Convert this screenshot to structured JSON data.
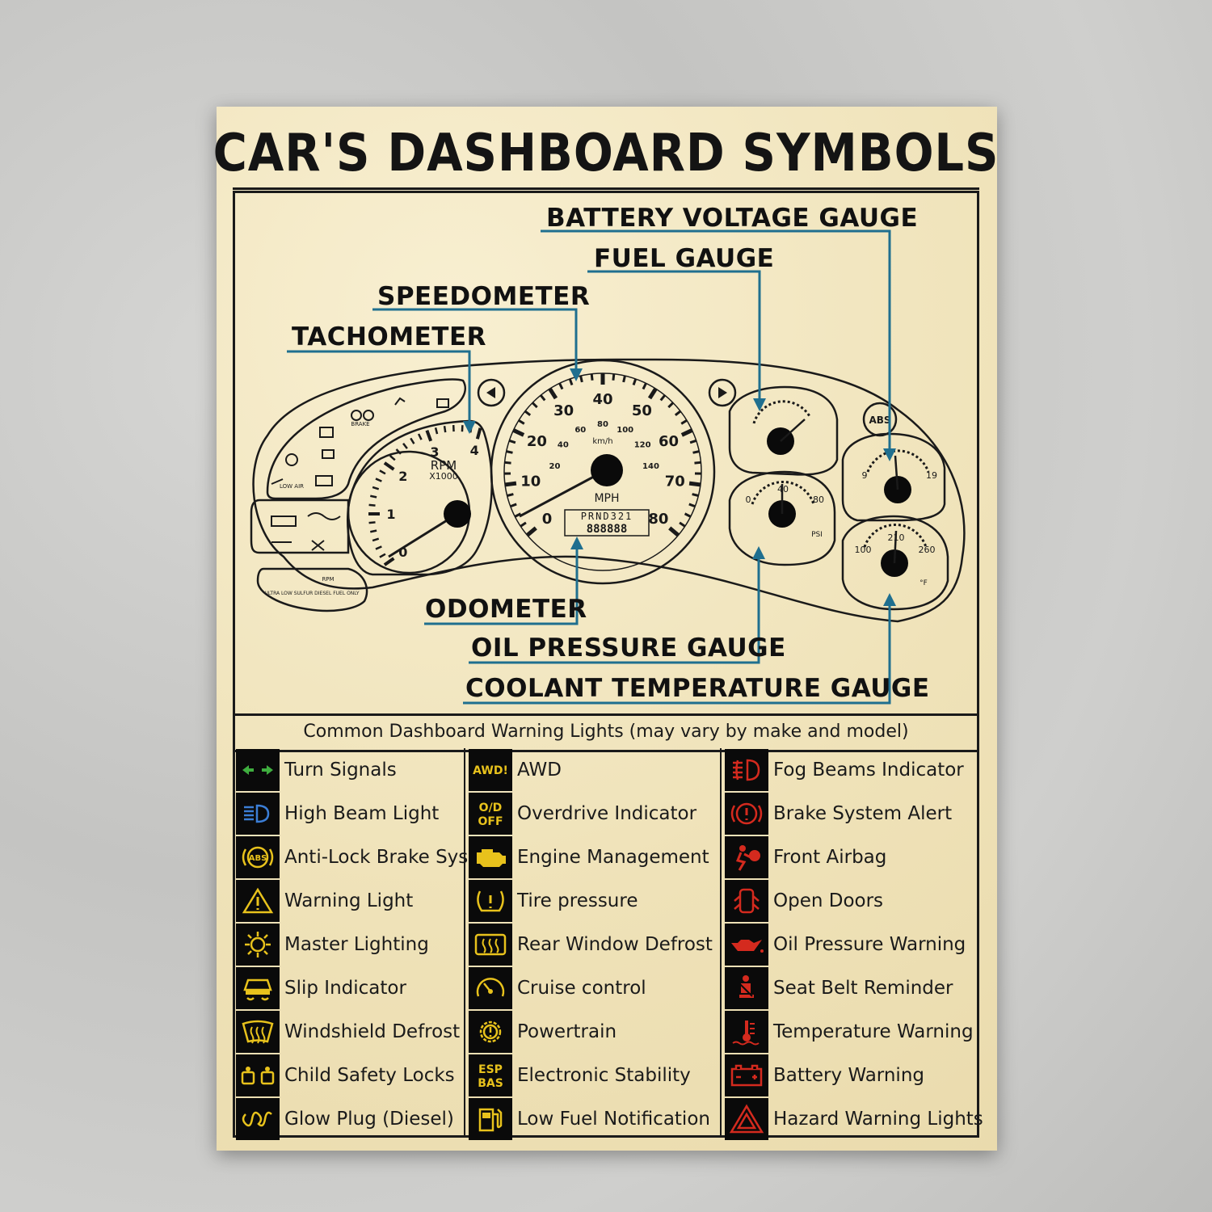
{
  "title": "CAR'S DASHBOARD SYMBOLS",
  "callouts": {
    "battery": "BATTERY VOLTAGE GAUGE",
    "fuel": "FUEL GAUGE",
    "speedometer": "SPEEDOMETER",
    "tachometer": "TACHOMETER",
    "odometer": "ODOMETER",
    "oil": "OIL PRESSURE GAUGE",
    "coolant": "COOLANT TEMPERATURE GAUGE"
  },
  "gauges": {
    "speedo_mph": [
      "0",
      "10",
      "20",
      "30",
      "40",
      "50",
      "60",
      "70",
      "80"
    ],
    "speedo_kmh": [
      "20",
      "40",
      "60",
      "80",
      "100",
      "120",
      "140"
    ],
    "speedo_unit_kmh": "km/h",
    "speedo_unit": "MPH",
    "gear": "PRND321",
    "odo": "888888",
    "tach": [
      "0",
      "1",
      "2",
      "3",
      "4"
    ],
    "tach_unit": "RPM",
    "tach_mult": "X1000",
    "volt": [
      "9",
      "19"
    ],
    "oil": [
      "0",
      "40",
      "80"
    ],
    "oil_unit": "PSI",
    "temp": [
      "100",
      "210",
      "260"
    ],
    "temp_unit": "°F",
    "panel_low_air": "LOW AIR",
    "panel_brake": "BRAKE",
    "panel_rpm": "RPM",
    "panel_diesel": "ULTRA LOW SULFUR DIESEL FUEL ONLY"
  },
  "warning_heading": "Common Dashboard Warning Lights (may vary by make and model)",
  "warnings": {
    "col1": [
      {
        "label": "Turn Signals",
        "icon": "turn-signals-icon",
        "color": "#3fae3f"
      },
      {
        "label": "High Beam Light",
        "icon": "high-beam-icon",
        "color": "#3b7ed6"
      },
      {
        "label": "Anti-Lock Brake Sys",
        "icon": "abs-icon",
        "color": "#e8c21c"
      },
      {
        "label": "Warning Light",
        "icon": "warning-triangle-icon",
        "color": "#e8c21c"
      },
      {
        "label": "Master Lighting",
        "icon": "master-lighting-icon",
        "color": "#e8c21c"
      },
      {
        "label": "Slip Indicator",
        "icon": "slip-indicator-icon",
        "color": "#e8c21c"
      },
      {
        "label": "Windshield Defrost",
        "icon": "windshield-defrost-icon",
        "color": "#e8c21c"
      },
      {
        "label": "Child Safety Locks",
        "icon": "child-lock-icon",
        "color": "#e8c21c"
      },
      {
        "label": "Glow Plug (Diesel)",
        "icon": "glow-plug-icon",
        "color": "#e8c21c"
      }
    ],
    "col2": [
      {
        "label": "AWD",
        "icon": "awd-icon",
        "color": "#e8c21c",
        "text": "AWD!"
      },
      {
        "label": "Overdrive Indicator",
        "icon": "overdrive-icon",
        "color": "#e8c21c",
        "text": "O/D OFF"
      },
      {
        "label": "Engine Management",
        "icon": "engine-icon",
        "color": "#e8c21c"
      },
      {
        "label": "Tire pressure",
        "icon": "tire-pressure-icon",
        "color": "#e8c21c"
      },
      {
        "label": "Rear Window Defrost",
        "icon": "rear-defrost-icon",
        "color": "#e8c21c"
      },
      {
        "label": "Cruise control",
        "icon": "cruise-control-icon",
        "color": "#e8c21c"
      },
      {
        "label": "Powertrain",
        "icon": "powertrain-icon",
        "color": "#e8c21c"
      },
      {
        "label": "Electronic Stability",
        "icon": "esp-icon",
        "color": "#e8c21c",
        "text": "ESP BAS"
      },
      {
        "label": "Low Fuel Notification",
        "icon": "fuel-pump-icon",
        "color": "#e8c21c"
      }
    ],
    "col3": [
      {
        "label": "Fog Beams Indicator",
        "icon": "fog-light-icon",
        "color": "#d42a1e"
      },
      {
        "label": "Brake System Alert",
        "icon": "brake-alert-icon",
        "color": "#d42a1e"
      },
      {
        "label": "Front Airbag",
        "icon": "airbag-icon",
        "color": "#d42a1e"
      },
      {
        "label": "Open Doors",
        "icon": "open-doors-icon",
        "color": "#d42a1e"
      },
      {
        "label": "Oil Pressure Warning",
        "icon": "oil-can-icon",
        "color": "#d42a1e"
      },
      {
        "label": "Seat Belt Reminder",
        "icon": "seat-belt-icon",
        "color": "#d42a1e"
      },
      {
        "label": "Temperature Warning",
        "icon": "temperature-icon",
        "color": "#d42a1e"
      },
      {
        "label": "Battery Warning",
        "icon": "battery-icon",
        "color": "#d42a1e"
      },
      {
        "label": "Hazard Warning Lights",
        "icon": "hazard-icon",
        "color": "#d42a1e"
      }
    ]
  },
  "colors": {
    "arrow": "#1f6f8f",
    "ink": "#1a1a1a",
    "paper": "#f4e9c6"
  }
}
